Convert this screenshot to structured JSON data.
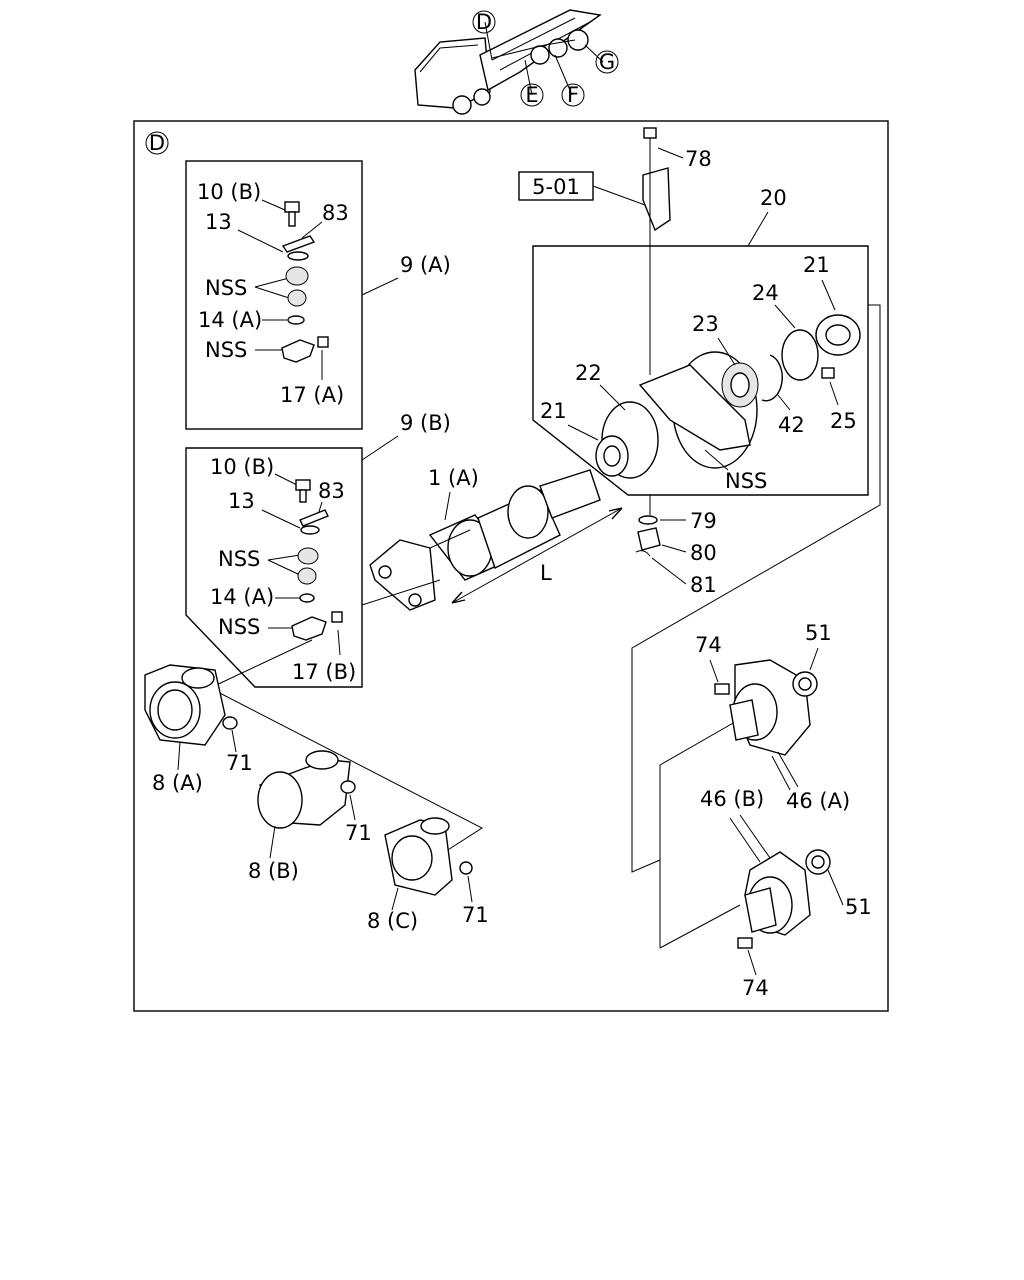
{
  "locator": {
    "labels": [
      "D",
      "E",
      "F",
      "G"
    ]
  },
  "frame": {
    "view_letter": "D"
  },
  "ref_box": "5-01",
  "callouts": {
    "c78": "78",
    "c20": "20",
    "c21a": "21",
    "c24": "24",
    "c23": "23",
    "c22": "22",
    "c21b": "21",
    "c42": "42",
    "c25": "25",
    "nss_bracket": "NSS",
    "c79": "79",
    "c80": "80",
    "c81": "81",
    "c1a": "1 (A)",
    "dim_L": "L",
    "c74a": "74",
    "c51a": "51",
    "c46a": "46 (A)",
    "c46b": "46 (B)",
    "c51b": "51",
    "c74b": "74",
    "c8a": "8 (A)",
    "c71a": "71",
    "c8b": "8 (B)",
    "c71b": "71",
    "c8c": "8 (C)",
    "c71c": "71"
  },
  "kit_a": {
    "title": "9 (A)",
    "l10": "10 (B)",
    "l13": "13",
    "l83": "83",
    "lnss1": "NSS",
    "l14": "14 (A)",
    "lnss2": "NSS",
    "l17": "17 (A)"
  },
  "kit_b": {
    "title": "9 (B)",
    "l10": "10 (B)",
    "l13": "13",
    "l83": "83",
    "lnss1": "NSS",
    "l14": "14 (A)",
    "lnss2": "NSS",
    "l17": "17 (B)"
  }
}
